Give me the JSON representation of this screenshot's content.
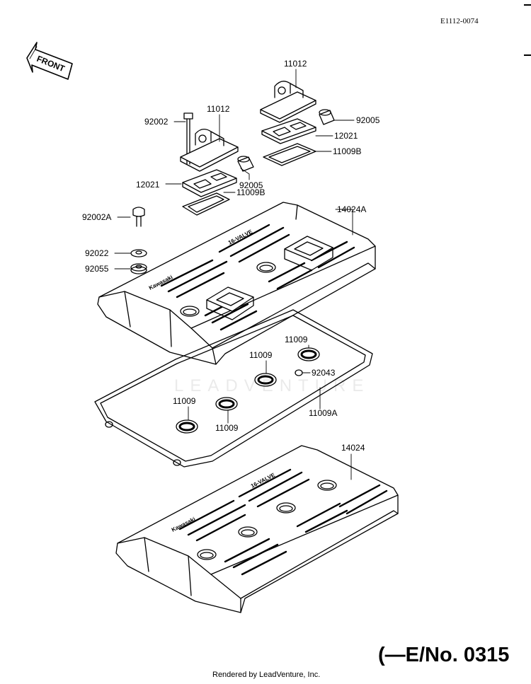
{
  "diagram_code": "E1112-0074",
  "front_arrow_label": "FRONT",
  "watermark": "LEADVENTURE",
  "serial_text": "(—E/No. 0315",
  "footer_text": "Rendered by LeadVenture, Inc.",
  "callouts": {
    "p11012_right": "11012",
    "p11012_left": "11012",
    "p92002": "92002",
    "p92005_right": "92005",
    "p92005_left": "92005",
    "p12021_right": "12021",
    "p12021_left": "12021",
    "p11009B_right": "11009B",
    "p11009B_left": "11009B",
    "p92002A": "92002A",
    "p14024A": "14024A",
    "p92022": "92022",
    "p92055": "92055",
    "p11009_a": "11009",
    "p11009_b": "11009",
    "p92043": "92043",
    "p11009_c": "11009",
    "p11009_d": "11009",
    "p11009A": "11009A",
    "p14024": "14024"
  },
  "cover_brand_text": "Kawasaki",
  "cover_model_text": "16-VALVE"
}
